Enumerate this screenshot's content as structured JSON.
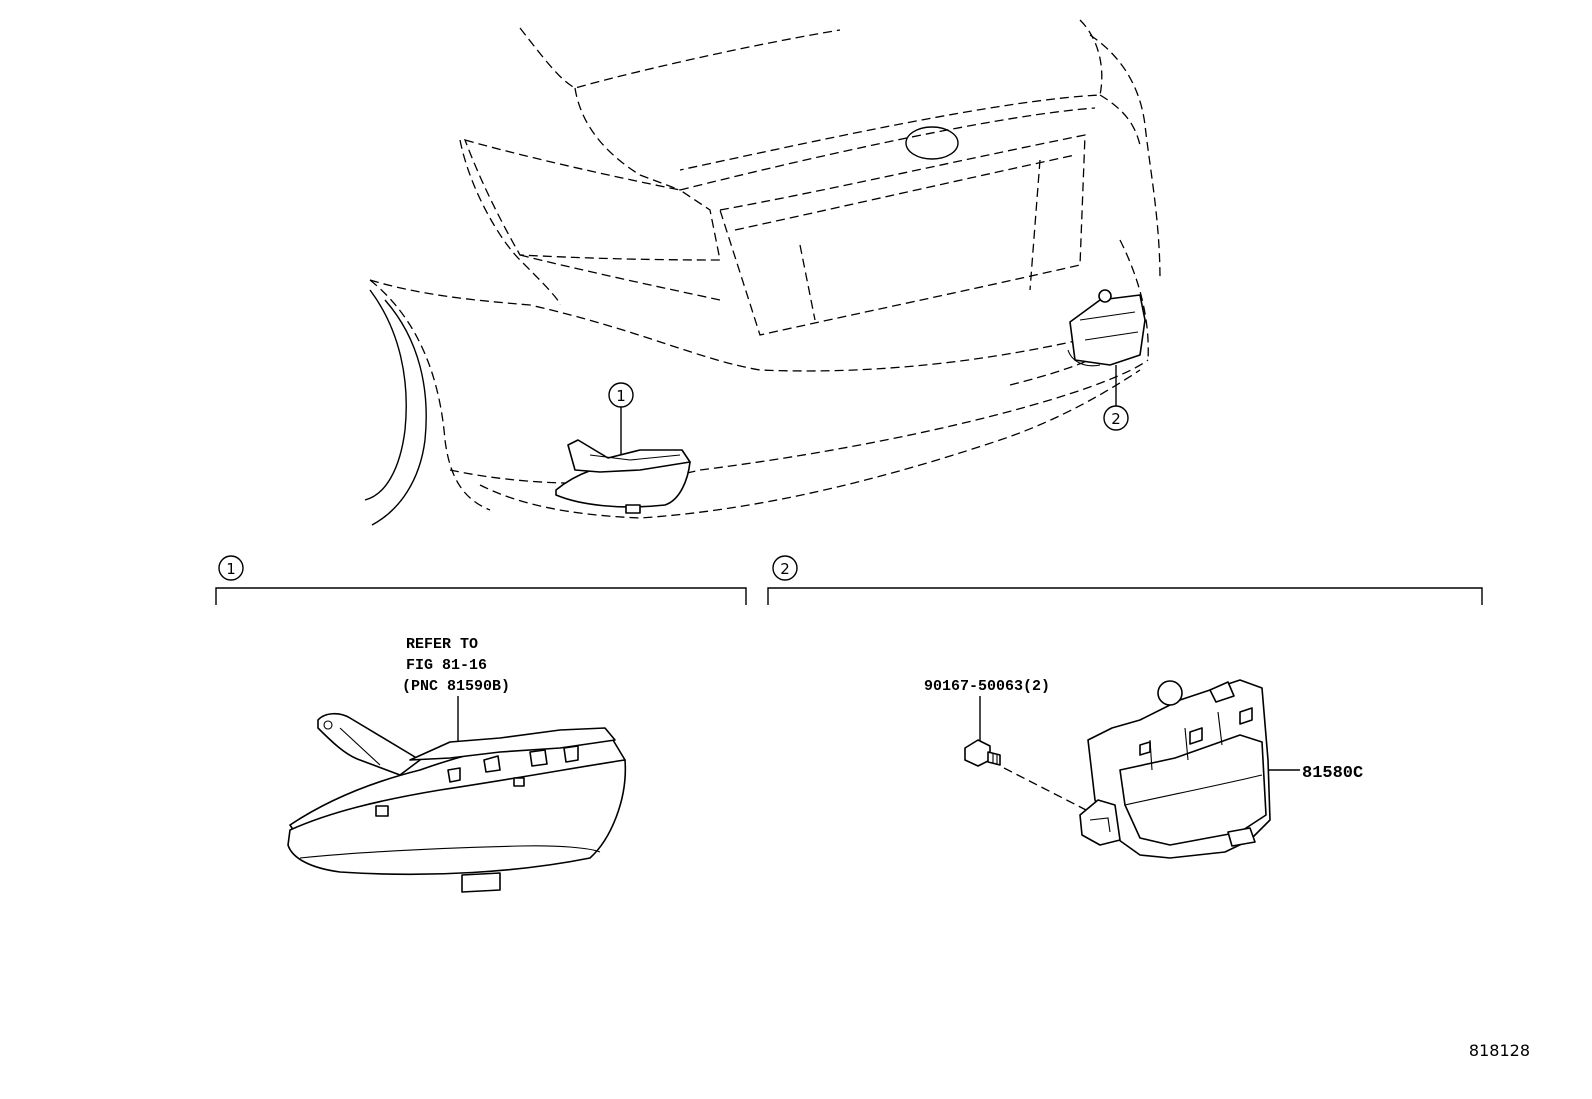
{
  "callouts": {
    "marker_1": "1",
    "marker_2": "2"
  },
  "section_1": {
    "marker": "1",
    "refer_line1": "REFER TO",
    "refer_line2": "FIG 81-16",
    "refer_line3": "(PNC 81590B)"
  },
  "section_2": {
    "marker": "2",
    "bolt_part": "90167-50063(2)",
    "lamp_part": "81580C"
  },
  "figure_number": "818128"
}
